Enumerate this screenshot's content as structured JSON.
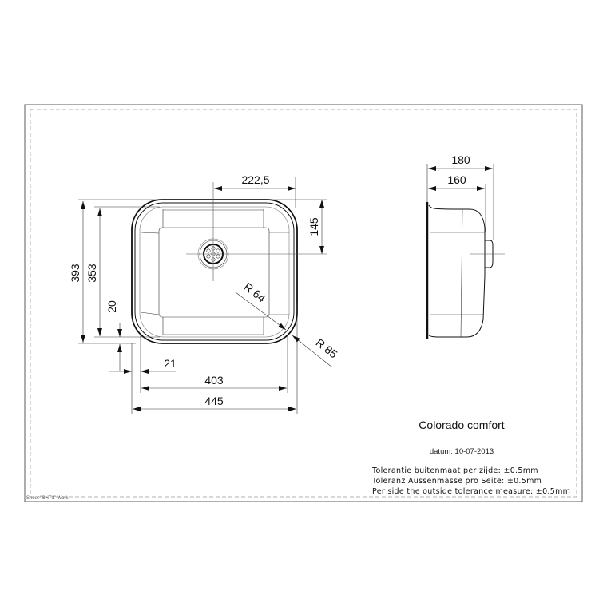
{
  "drawing": {
    "product_name": "Colorado comfort",
    "date_label": "datum: 10-07-2013",
    "sheet_label": "Sheet \"SHT1\" Work",
    "tolerances": [
      "Tolerantie buitenmaat per zijde: ±0.5mm",
      "Toleranz Aussenmasse pro Seite: ±0.5mm",
      "Per side the outside tolerance measure: ±0.5mm"
    ]
  },
  "top_view": {
    "dimensions": {
      "drain_offset_x": "222,5",
      "drain_offset_y": "145",
      "outer_height": "393",
      "inner_height": "353",
      "rim_bottom": "20",
      "rim_side": "21",
      "inner_width": "403",
      "outer_width": "445",
      "inner_radius": "R 64",
      "outer_radius": "R 85"
    }
  },
  "side_view": {
    "dimensions": {
      "total_depth": "180",
      "bowl_depth": "160"
    }
  }
}
